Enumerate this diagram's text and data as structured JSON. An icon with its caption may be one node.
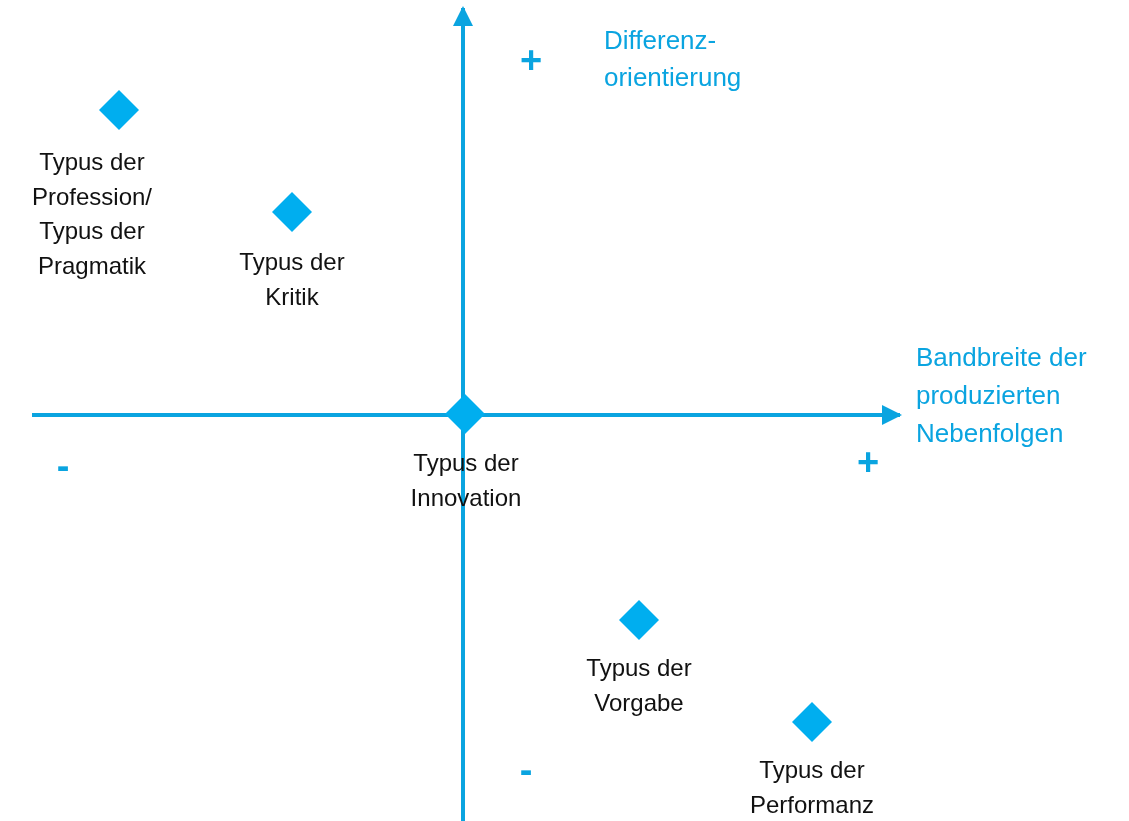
{
  "diagram": {
    "nodes": [
      {
        "text": [
          "Typus der Profession/ Typus der Pragmatik"
        ]
      },
      {
        "text": [
          "Typus der Kritik"
        ]
      },
      {
        "text": [
          "Typus der Innovation"
        ]
      },
      {
        "text": [
          "Typus der Vorgabe"
        ]
      },
      {
        "text": [
          "Typus der Performanz"
        ]
      }
    ],
    "labels": [
      "+",
      "Differenz- orientierung",
      "Bandbreite der produzierten Nebenfolgen",
      "-",
      "+",
      "-"
    ]
  }
}
